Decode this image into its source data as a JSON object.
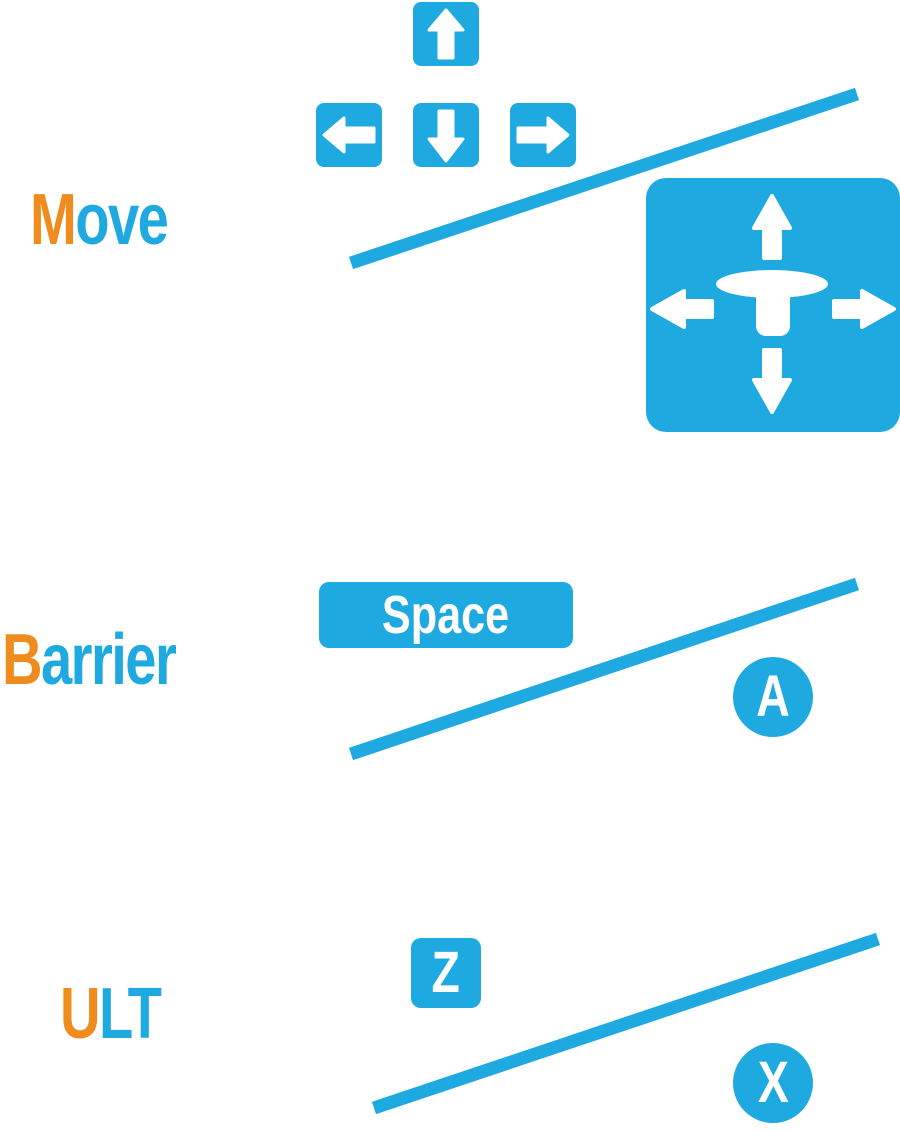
{
  "accent_color": "#1fa9e1",
  "highlight_color": "#f08c1e",
  "sections": {
    "move": {
      "label_first": "M",
      "label_rest": "ove",
      "keyboard_keys": [
        "arrow-up",
        "arrow-left",
        "arrow-down",
        "arrow-right"
      ],
      "gamepad_control": "analog-stick"
    },
    "barrier": {
      "label_first": "B",
      "label_rest": "arrier",
      "keyboard_key": "Space",
      "gamepad_button": "A"
    },
    "ult": {
      "label_first": "U",
      "label_rest": "LT",
      "keyboard_key": "Z",
      "gamepad_button": "X"
    }
  }
}
